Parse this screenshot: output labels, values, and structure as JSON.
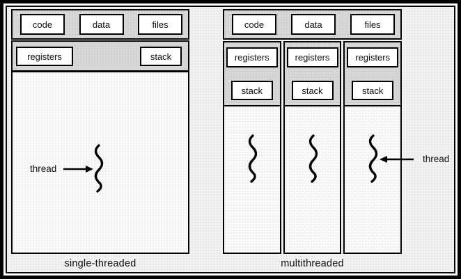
{
  "figure": {
    "left_panel": {
      "resource_boxes": [
        "code",
        "data",
        "files"
      ],
      "registers_label": "registers",
      "stack_label": "stack",
      "thread_label": "thread",
      "caption": "single-threaded"
    },
    "right_panel": {
      "resource_boxes": [
        "code",
        "data",
        "files"
      ],
      "columns": [
        {
          "registers": "registers",
          "stack": "stack"
        },
        {
          "registers": "registers",
          "stack": "stack"
        },
        {
          "registers": "registers",
          "stack": "stack"
        }
      ],
      "thread_label": "thread",
      "caption": "multithreaded"
    },
    "colors": {
      "border": "#000000",
      "band_fill": "#d8d8d8",
      "box_fill": "#ffffff",
      "background": "#f3f3f3"
    }
  }
}
